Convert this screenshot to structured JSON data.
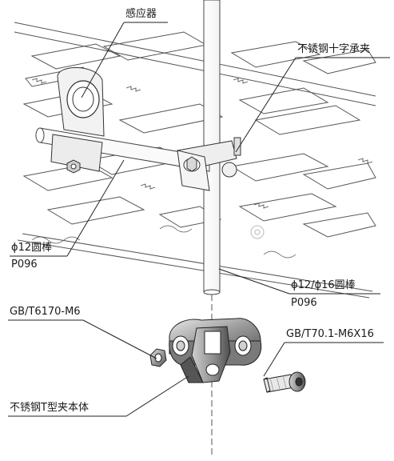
{
  "labels": {
    "sensor": "感应器",
    "cross_clamp": "不锈钢十字承夹",
    "rod_12": "ϕ12圆棒",
    "rod_12_code": "P096",
    "rod_12_16": "ϕ12/ϕ16圆棒",
    "rod_12_16_code": "P096",
    "nut": "GB/T6170-M6",
    "screw": "GB/T70.1-M6X16",
    "t_clamp_body": "不锈钢T型夹本体"
  }
}
